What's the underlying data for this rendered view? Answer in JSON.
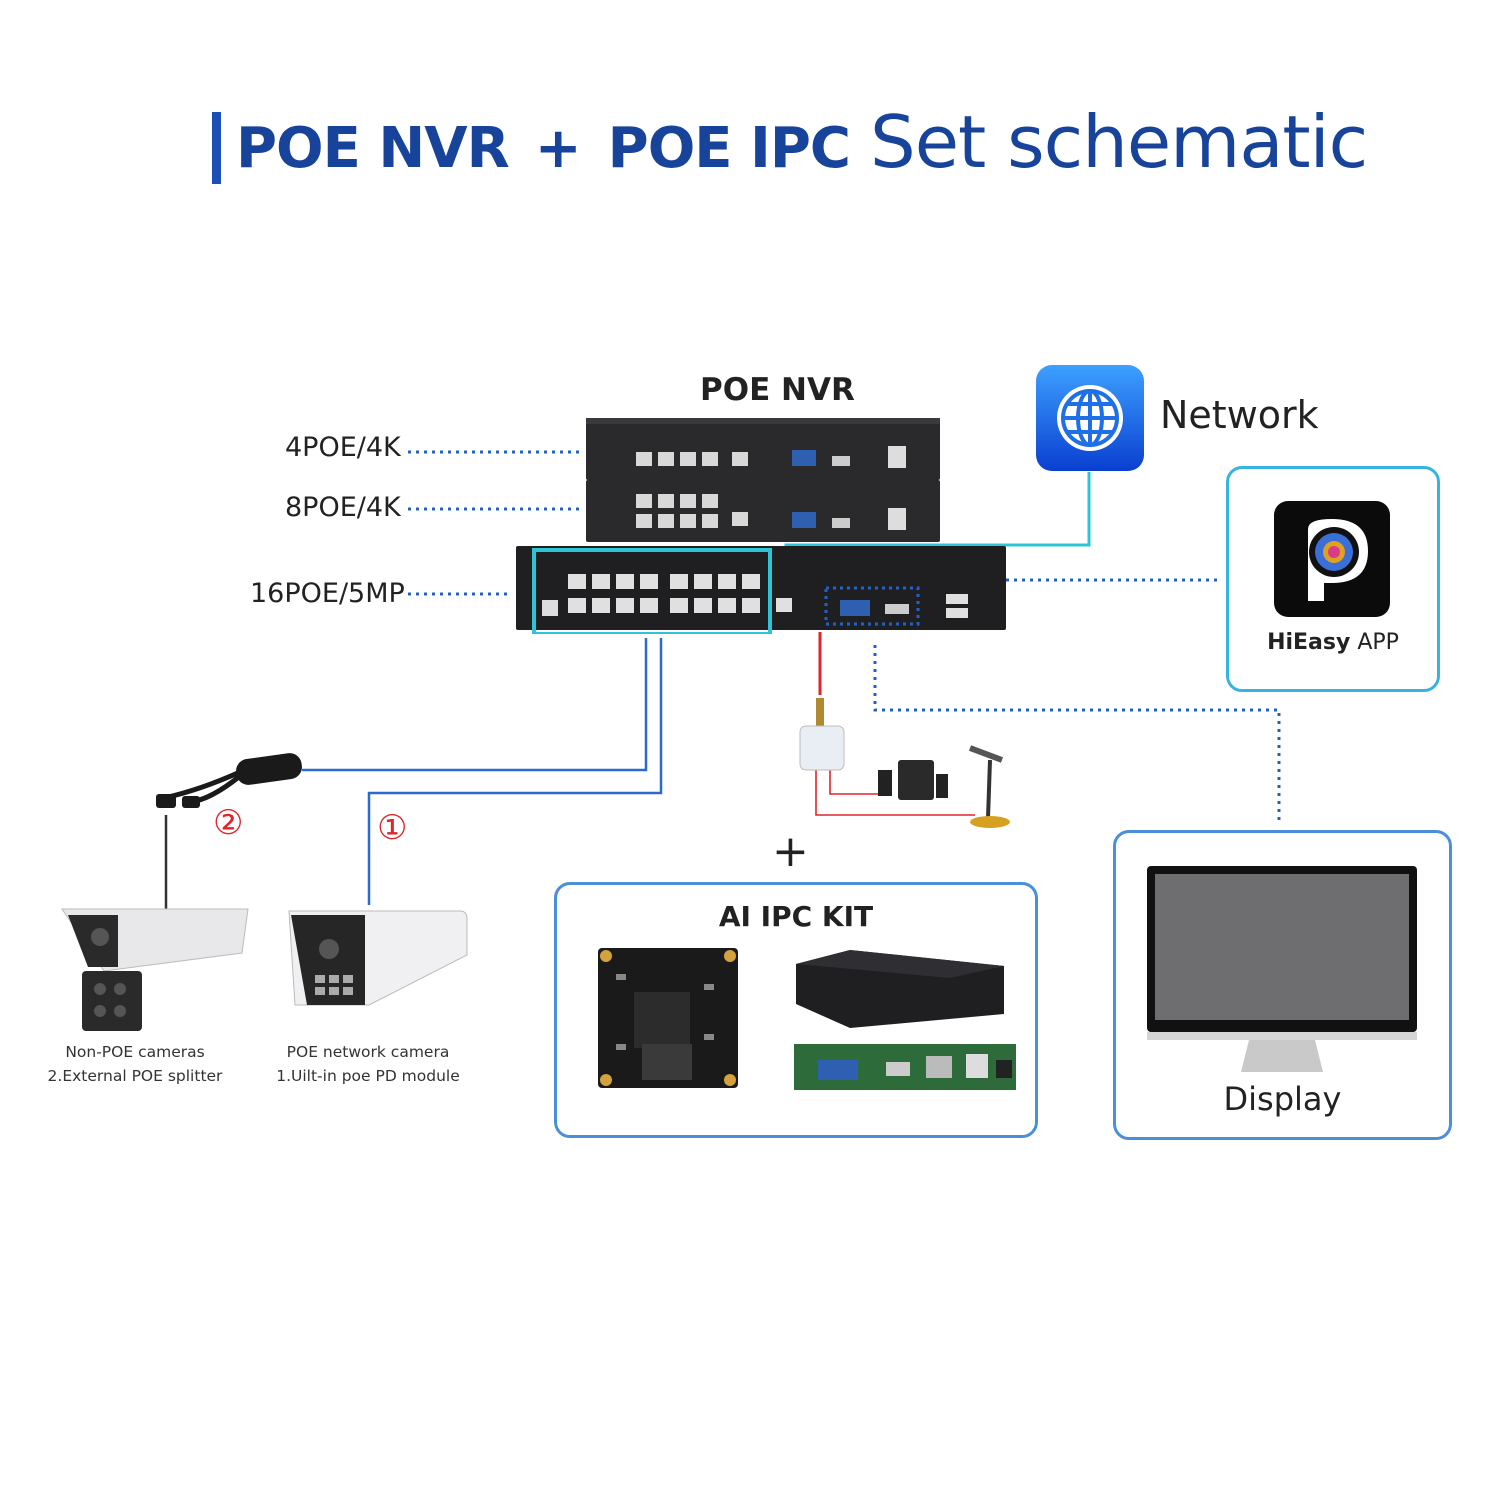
{
  "title": {
    "part1": "POE NVR",
    "plus": "+",
    "part2": "POE IPC",
    "part3": "Set schematic"
  },
  "nvr": {
    "title": "POE NVR",
    "models": [
      "4POE/4K",
      "8POE/4K",
      "16POE/5MP"
    ]
  },
  "network": {
    "label": "Network"
  },
  "app": {
    "brand": "HiEasy",
    "suffix": " APP"
  },
  "cameras": [
    {
      "marker": "②",
      "line1": "Non-POE cameras",
      "line2": "2.External POE splitter"
    },
    {
      "marker": "①",
      "line1": "POE network camera",
      "line2": "1.Uilt-in poe PD module"
    }
  ],
  "kit": {
    "plus": "+",
    "title": "AI IPC KIT"
  },
  "display": {
    "label": "Display"
  },
  "colors": {
    "title": "#17439a",
    "accent_cyan": "#2ec4d6",
    "dotted": "#1f63c8",
    "audio_red": "#e0262a",
    "box_border": "#4a8fd8"
  }
}
